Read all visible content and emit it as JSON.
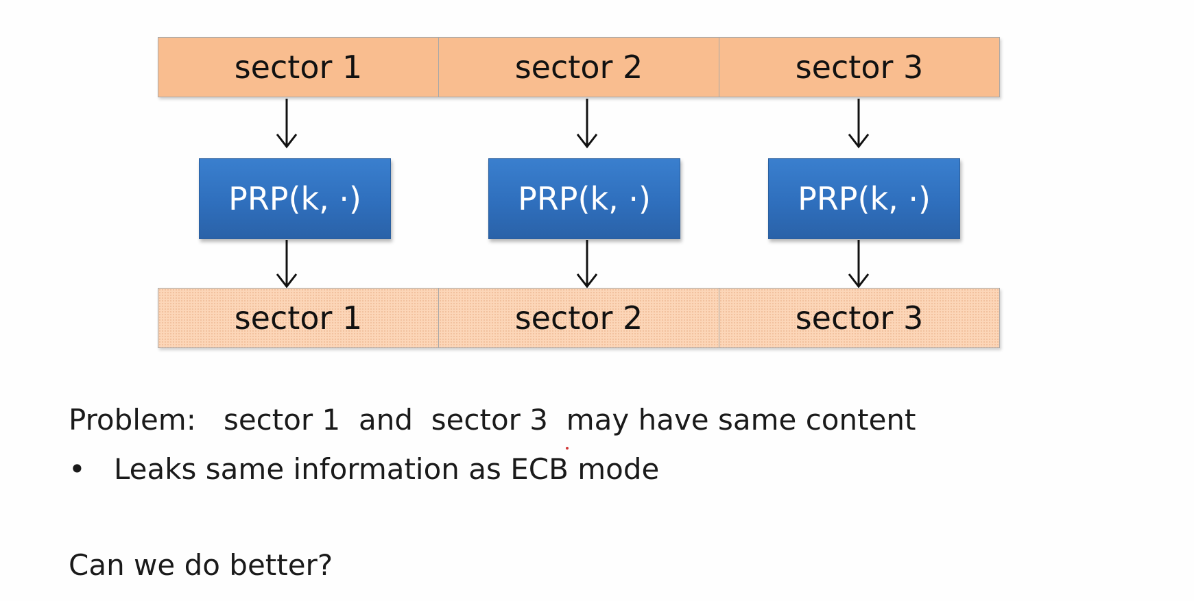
{
  "diagram": {
    "plaintext_sectors": [
      "sector 1",
      "sector 2",
      "sector 3"
    ],
    "prp_blocks": [
      "PRP(k, ·)",
      "PRP(k, ·)",
      "PRP(k, ·)"
    ],
    "ciphertext_sectors": [
      "sector 1",
      "sector 2",
      "sector 3"
    ],
    "colors": {
      "plaintext_fill": "#f9bd8f",
      "ciphertext_fill": "#fcd6b8",
      "prp_fill": "#2f6fbd",
      "arrow": "#111111"
    }
  },
  "text": {
    "problem": {
      "label": "Problem:",
      "part1": "sector 1",
      "and": "and",
      "part2": "sector 3",
      "rest": "may have same content"
    },
    "bullet_symbol": "•",
    "bullet": "Leaks same information as ECB mode",
    "question": "Can we do better?"
  }
}
